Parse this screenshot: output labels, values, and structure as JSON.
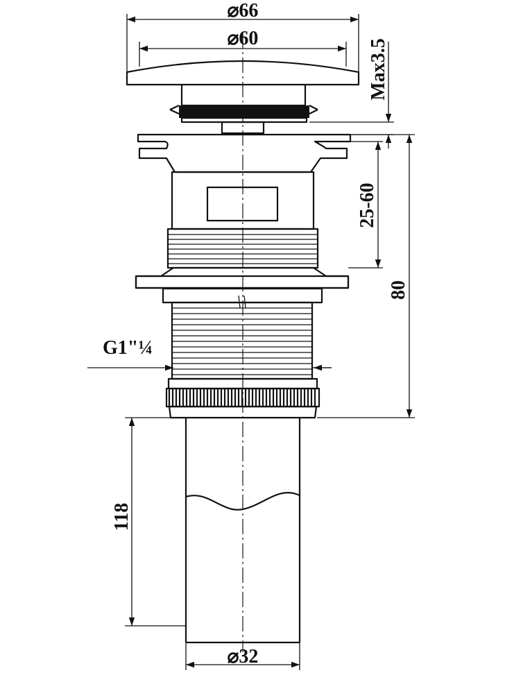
{
  "labels": {
    "dia_66": "⌀66",
    "dia_60": "⌀60",
    "max_3_5": "Max3.5",
    "range_25_60": "25-60",
    "height_80": "80",
    "thread_g": "G1\"¼",
    "length_118": "118",
    "dia_32": "⌀32"
  },
  "colors": {
    "line": "#111111",
    "background": "#ffffff"
  }
}
